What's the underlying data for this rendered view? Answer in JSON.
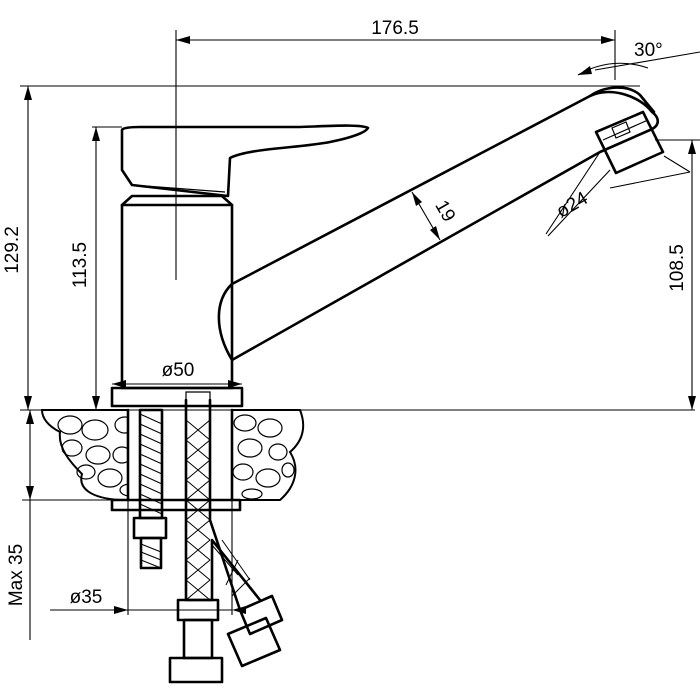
{
  "dimensions": {
    "spout_reach": "176.5",
    "spout_angle": "30°",
    "total_height": "129.2",
    "body_height": "113.5",
    "spout_height": "108.5",
    "spout_thickness": "19",
    "aerator_diameter": "ø24",
    "body_diameter": "ø50",
    "mount_hole_diameter": "ø35",
    "max_countertop_thickness": "Max 35"
  }
}
